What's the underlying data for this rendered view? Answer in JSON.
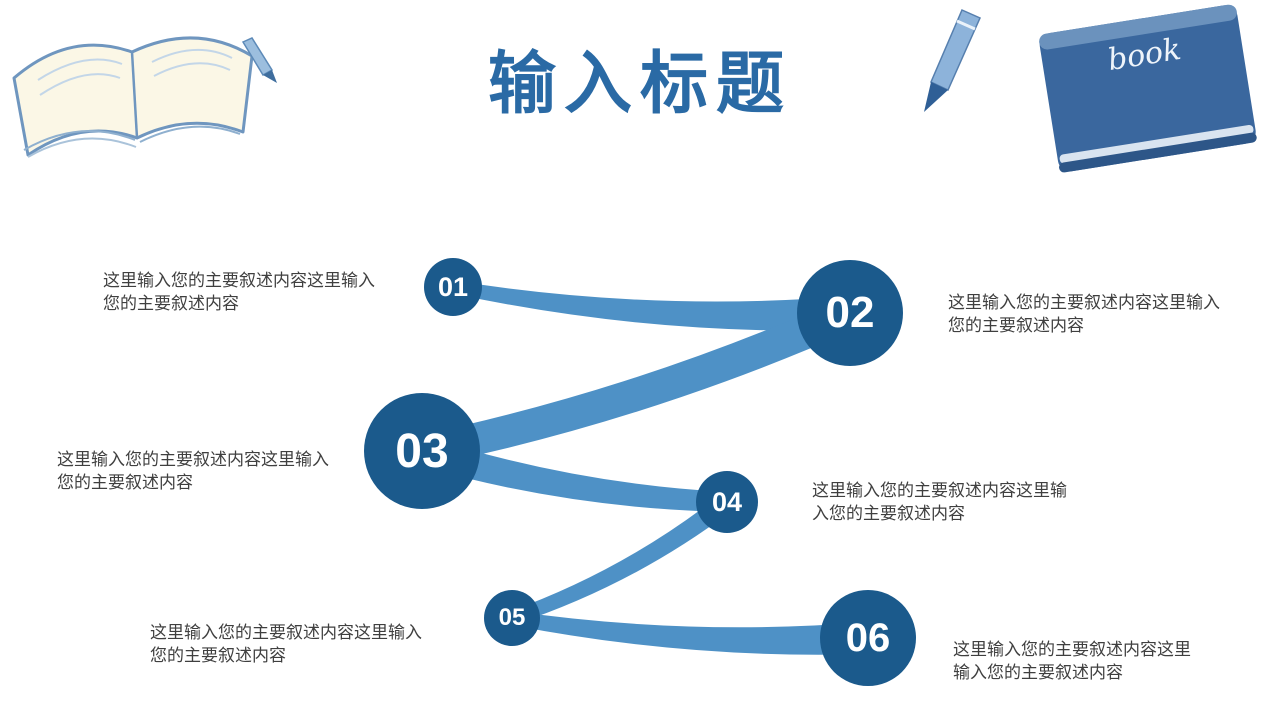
{
  "title": "输入标题",
  "steps": [
    {
      "number": "01",
      "text": "这里输入您的主要叙述内容这里输入您的主要叙述内容"
    },
    {
      "number": "02",
      "text": "这里输入您的主要叙述内容这里输入您的主要叙述内容"
    },
    {
      "number": "03",
      "text": "这里输入您的主要叙述内容这里输入您的主要叙述内容"
    },
    {
      "number": "04",
      "text": "这里输入您的主要叙述内容这里输入您的主要叙述内容"
    },
    {
      "number": "05",
      "text": "这里输入您的主要叙述内容这里输入您的主要叙述内容"
    },
    {
      "number": "06",
      "text": "这里输入您的主要叙述内容这里输入您的主要叙述内容"
    }
  ],
  "decor": {
    "book_label": "book"
  },
  "colors": {
    "circle_fill": "#1b5a8c",
    "connector": "#4e91c6",
    "title": "#2a6aa5",
    "body_text": "#3f3f3f",
    "number_text": "#ffffff"
  }
}
